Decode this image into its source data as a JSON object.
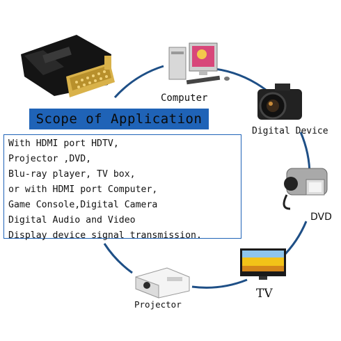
{
  "banner": {
    "title": "Scope of Application"
  },
  "description": {
    "lines": [
      "With HDMI port HDTV,",
      "Projector ,DVD,",
      "Blu-ray player, TV box,",
      "or with HDMI port Computer,",
      "Game Console,Digital Camera",
      "Digital Audio and Video",
      "Display device signal transmission."
    ]
  },
  "devices": {
    "computer": "Computer",
    "digital_device": "Digital Device",
    "dvd": "DVD",
    "tv": "TV",
    "projector": "Projector"
  },
  "colors": {
    "banner": "#1f63b7",
    "box_border": "#1f63b7",
    "circle_arc": "#1e4f86",
    "adapter_gold": "#d9b24a",
    "adapter_black": "#141414"
  }
}
